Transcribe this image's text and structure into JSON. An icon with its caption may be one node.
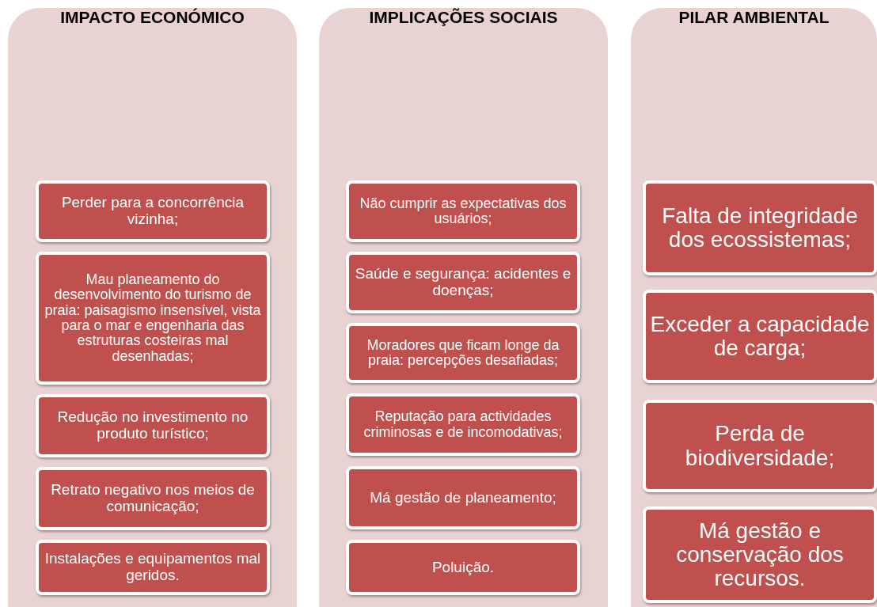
{
  "diagram": {
    "nodes": [
      {
        "text": [
          "IMPACTO ECONÓMICO"
        ]
      },
      {
        "text": [
          "Perder para a concorrência vizinha;"
        ],
        "in": 0
      },
      {
        "text": [
          "Mau planeamento do desenvolvimento do turismo de praia: paisagismo insensível, vista para o mar e engenharia das estruturas costeiras mal desenhadas;"
        ],
        "in": 0
      },
      {
        "text": [
          "Redução no investimento no produto turístico;"
        ],
        "in": 0
      },
      {
        "text": [
          "Retrato negativo nos meios de comunicação;"
        ],
        "in": 0
      },
      {
        "text": [
          "Instalações e equipamentos mal geridos."
        ],
        "in": 0
      },
      {
        "text": [
          "IMPLICAÇÕES SOCIAIS"
        ]
      },
      {
        "text": [
          "Não cumprir as expectativas dos usuários;"
        ],
        "in": 6
      },
      {
        "text": [
          "Saúde e segurança: acidentes e doenças;"
        ],
        "in": 6
      },
      {
        "text": [
          "Moradores que ficam longe da praia: percepções desafiadas;"
        ],
        "in": 6
      },
      {
        "text": [
          "Reputação para actividades criminosas e de incomodativas;"
        ],
        "in": 6
      },
      {
        "text": [
          "Má gestão de planeamento;"
        ],
        "in": 6
      },
      {
        "text": [
          "Poluição."
        ],
        "in": 6
      },
      {
        "text": [
          "PILAR AMBIENTAL"
        ]
      },
      {
        "text": [
          "Falta de integridade dos ecossistemas;"
        ],
        "in": 13
      },
      {
        "text": [
          "Exceder a capacidade de carga;"
        ],
        "in": 13
      },
      {
        "text": [
          "Perda de biodiversidade;"
        ],
        "in": 13
      },
      {
        "text": [
          "Má gestão e conservação dos recursos."
        ],
        "in": 13
      }
    ]
  }
}
